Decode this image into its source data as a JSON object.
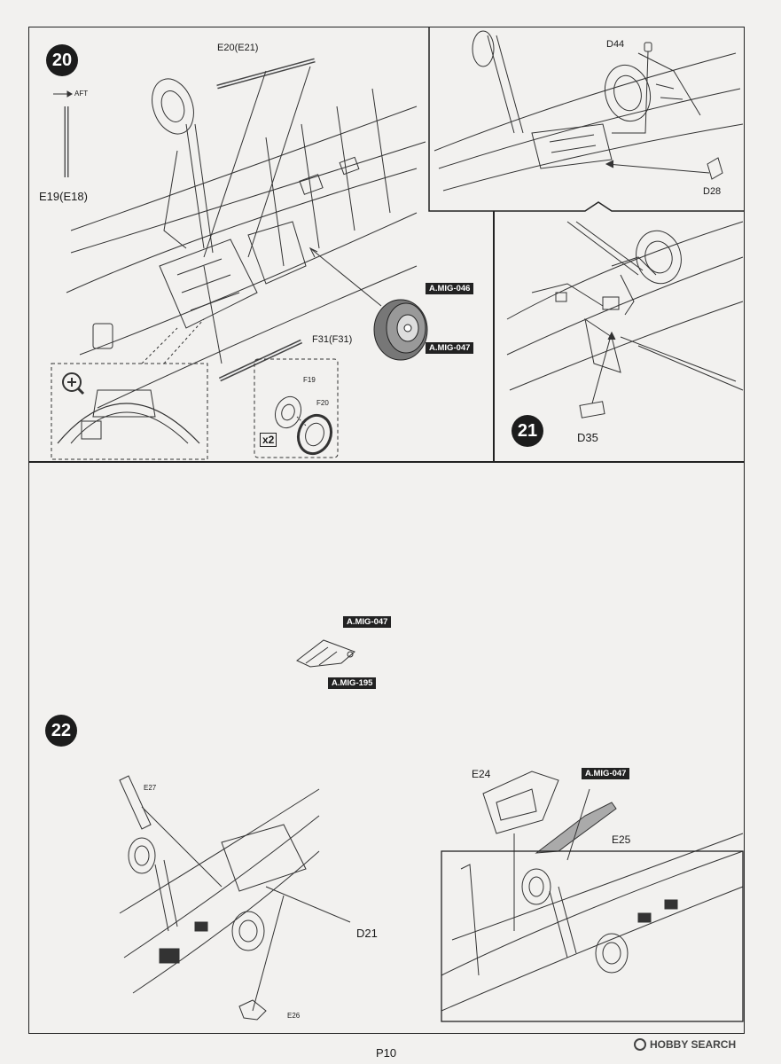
{
  "steps": {
    "s20": "20",
    "s21": "21",
    "s22": "22"
  },
  "labels": {
    "aft": "AFT",
    "e20": "E20(E21)",
    "e19": "E19(E18)",
    "f31": "F31(F31)",
    "f19": "F19",
    "f20": "F20",
    "x2": "x2",
    "d44": "D44",
    "d28": "D28",
    "d35": "D35",
    "e27": "E27",
    "d21": "D21",
    "e26": "E26",
    "e24": "E24",
    "e25": "E25"
  },
  "paints": {
    "p1": "A.MIG-046",
    "p2": "A.MIG-047",
    "p3": "A.MIG-047",
    "p4": "A.MIG-195",
    "p5": "A.MIG-047"
  },
  "page_number": "P10",
  "watermark": "HOBBY SEARCH",
  "icons": [
    "magnify-plus-icon",
    "arrow-right-icon"
  ]
}
